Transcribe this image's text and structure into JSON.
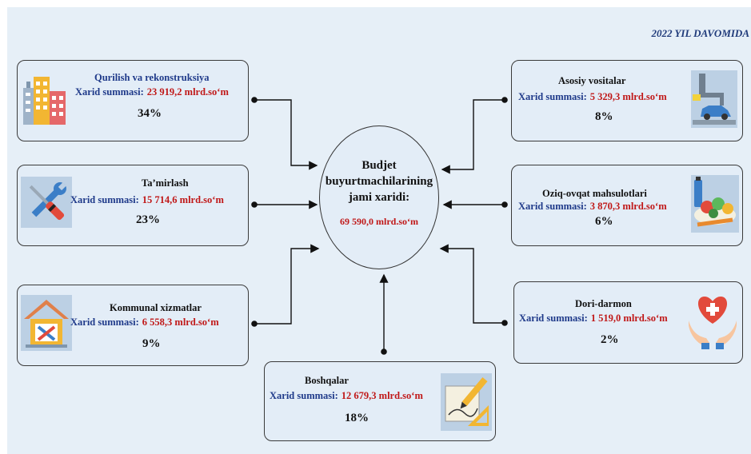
{
  "header": {
    "title": "2022 YIL DAVOMIDA"
  },
  "center": {
    "title_lines": [
      "Budjet",
      "buyurtmachilarining",
      "jami xaridi:"
    ],
    "total": "69 590,0 mlrd.so‘m"
  },
  "amount_label": "Xarid summasi:",
  "categories": [
    {
      "name": "Qurilish va rekonstruksiya",
      "amount": "23 919,2  mlrd.so‘m",
      "percent": "34%",
      "icon": "buildings-icon"
    },
    {
      "name": "Ta’mirlash",
      "amount": "15 714,6 mlrd.so‘m",
      "percent": "23%",
      "icon": "tools-icon"
    },
    {
      "name": "Kommunal xizmatlar",
      "amount": "6 558,3  mlrd.so‘m",
      "percent": "9%",
      "icon": "house-tools-icon"
    },
    {
      "name": "Boshqalar",
      "amount": "12 679,3  mlrd.so‘m",
      "percent": "18%",
      "icon": "drawing-icon"
    },
    {
      "name": "Asosiy vositalar",
      "amount": "5 329,3  mlrd.so‘m",
      "percent": "8%",
      "icon": "robot-arm-car-icon"
    },
    {
      "name": "Oziq-ovqat mahsulotlari",
      "amount": "3 870,3  mlrd.so‘m",
      "percent": "6%",
      "icon": "food-icon"
    },
    {
      "name": "Dori-darmon",
      "amount": "1 519,0  mlrd.so‘m",
      "percent": "2%",
      "icon": "heart-hands-icon"
    }
  ],
  "colors": {
    "background": "#e6eff7",
    "card": "#e3edf7",
    "title_blue": "#1f3a8a",
    "value_red": "#c01818"
  }
}
